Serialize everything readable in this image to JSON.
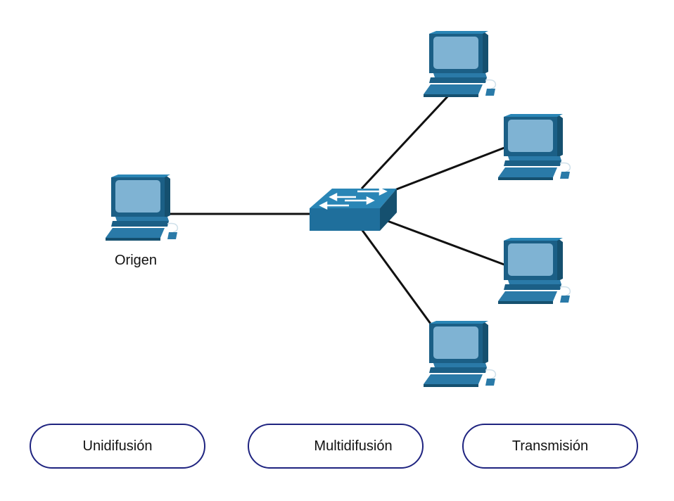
{
  "diagram": {
    "source_label": "Origen",
    "nodes": [
      {
        "id": "origen",
        "type": "pc",
        "label": "Origen"
      },
      {
        "id": "switch",
        "type": "switch"
      },
      {
        "id": "pc1",
        "type": "pc"
      },
      {
        "id": "pc2",
        "type": "pc"
      },
      {
        "id": "pc3",
        "type": "pc"
      },
      {
        "id": "pc4",
        "type": "pc"
      }
    ],
    "links": [
      [
        "origen",
        "switch"
      ],
      [
        "switch",
        "pc1"
      ],
      [
        "switch",
        "pc2"
      ],
      [
        "switch",
        "pc3"
      ],
      [
        "switch",
        "pc4"
      ]
    ],
    "colors": {
      "device_dark": "#1b5f86",
      "device_mid": "#2a7aa8",
      "screen": "#7fb3d3",
      "link": "#111111",
      "button_border": "#1f2480"
    }
  },
  "options": [
    {
      "label": "Unidifusión"
    },
    {
      "label": "Multidifusión"
    },
    {
      "label": "Transmisión"
    }
  ]
}
